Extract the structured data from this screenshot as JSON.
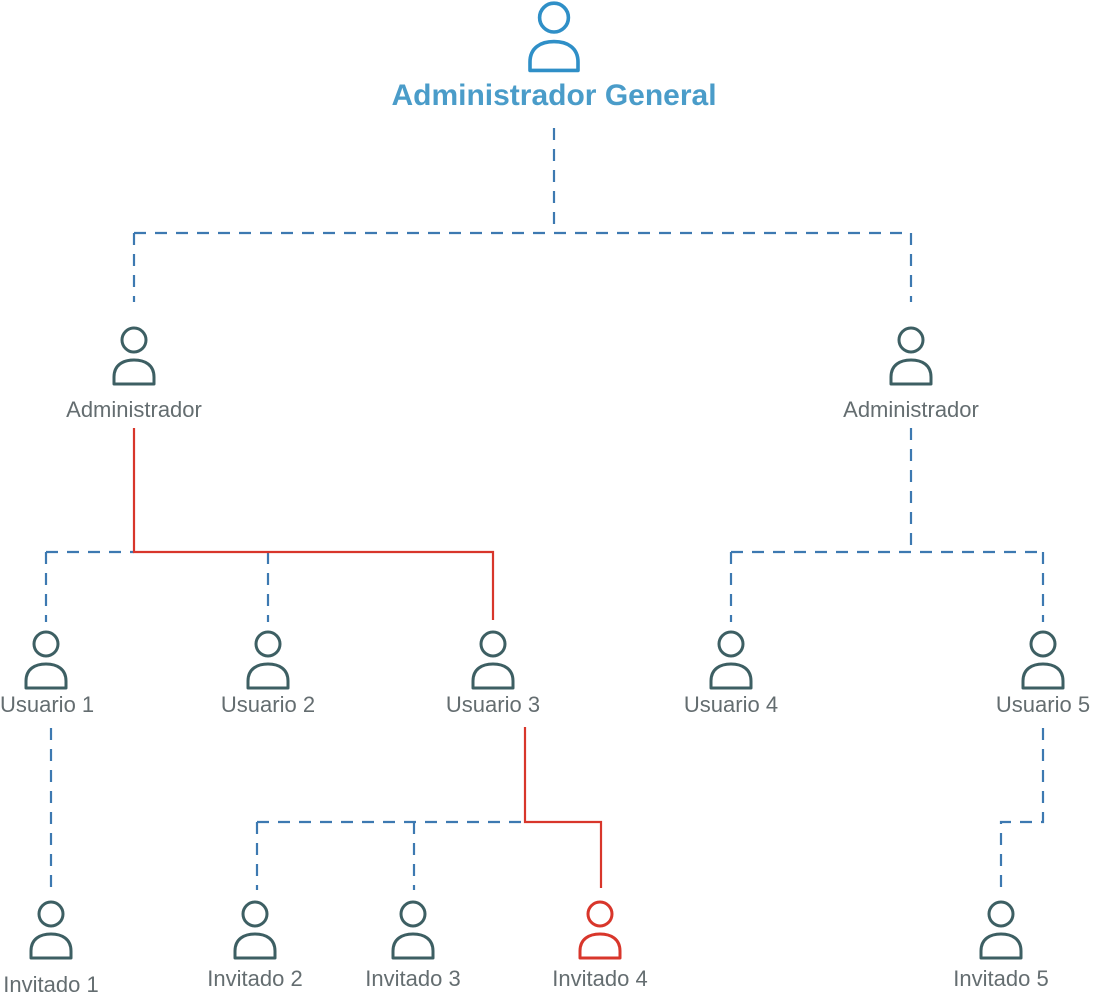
{
  "colors": {
    "dashed": "#3d79b1",
    "highlight": "#d8362b",
    "title": "#4a9cc9",
    "icon_top": "#2f8fc7",
    "icon": "#3d5f63",
    "icon_highlight": "#d8362b",
    "label": "#646d70"
  },
  "nodes": {
    "root": {
      "label": "Administrador General"
    },
    "admin_left": {
      "label": "Administrador"
    },
    "admin_right": {
      "label": "Administrador"
    },
    "user1": {
      "label": "Usuario 1"
    },
    "user2": {
      "label": "Usuario 2"
    },
    "user3": {
      "label": "Usuario 3"
    },
    "user4": {
      "label": "Usuario 4"
    },
    "user5": {
      "label": "Usuario 5"
    },
    "guest1": {
      "label": "Invitado 1"
    },
    "guest2": {
      "label": "Invitado 2"
    },
    "guest3": {
      "label": "Invitado 3"
    },
    "guest4": {
      "label": "Invitado 4"
    },
    "guest5": {
      "label": "Invitado 5"
    }
  }
}
